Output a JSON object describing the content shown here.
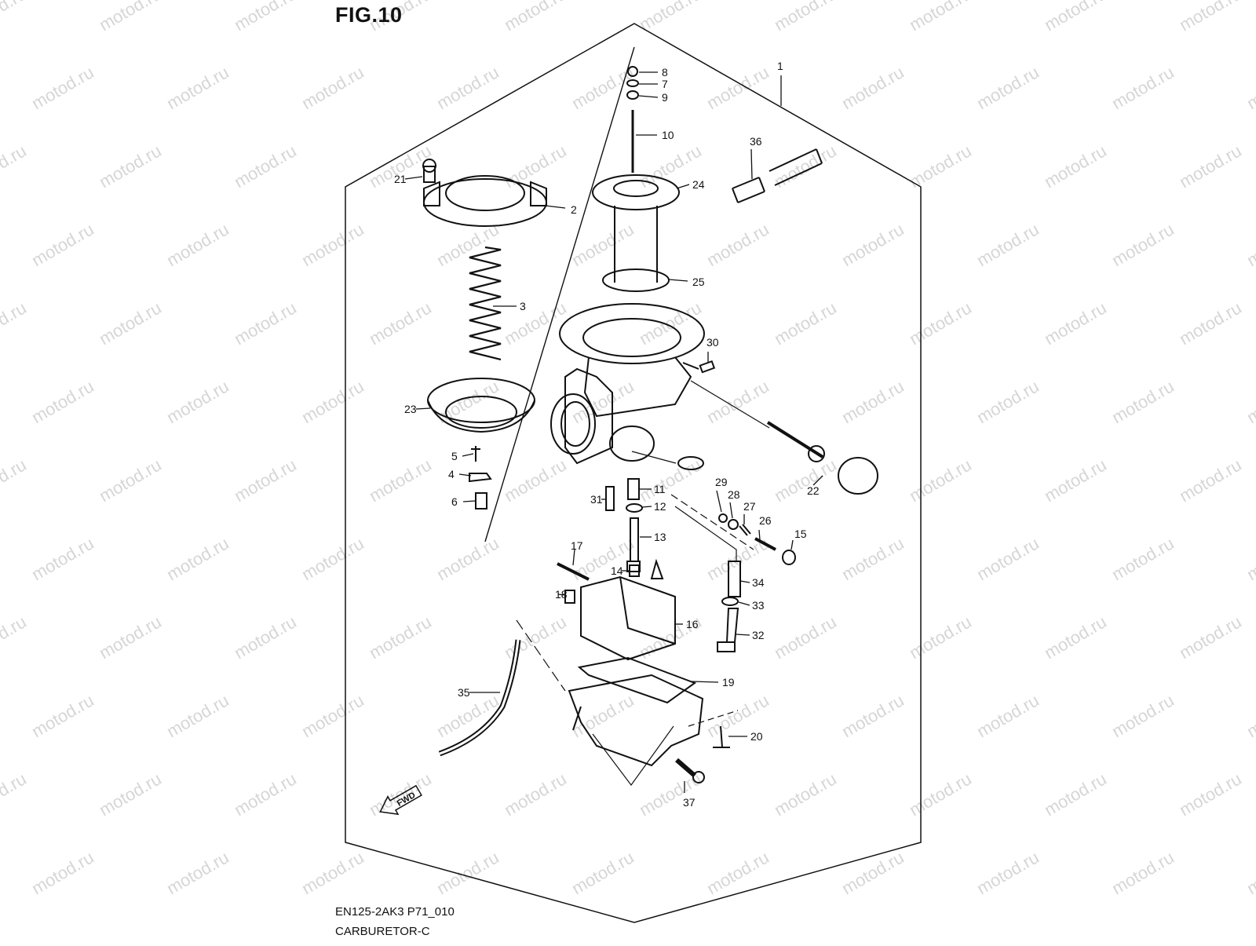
{
  "figure": {
    "title": "FIG.10"
  },
  "footer": {
    "code": "EN125-2AK3 P71_010",
    "name": "CARBURETOR-C"
  },
  "watermark": {
    "text": "motod.ru"
  },
  "fwd_label": "FWD",
  "callouts": [
    "1",
    "2",
    "3",
    "4",
    "5",
    "6",
    "7",
    "8",
    "9",
    "10",
    "11",
    "12",
    "13",
    "14",
    "15",
    "16",
    "17",
    "18",
    "19",
    "20",
    "21",
    "22",
    "23",
    "24",
    "25",
    "26",
    "27",
    "28",
    "29",
    "30",
    "31",
    "32",
    "33",
    "34",
    "35",
    "36",
    "37"
  ],
  "colors": {
    "line": "#111111",
    "watermark": "#d6d6d6",
    "background": "#ffffff"
  }
}
